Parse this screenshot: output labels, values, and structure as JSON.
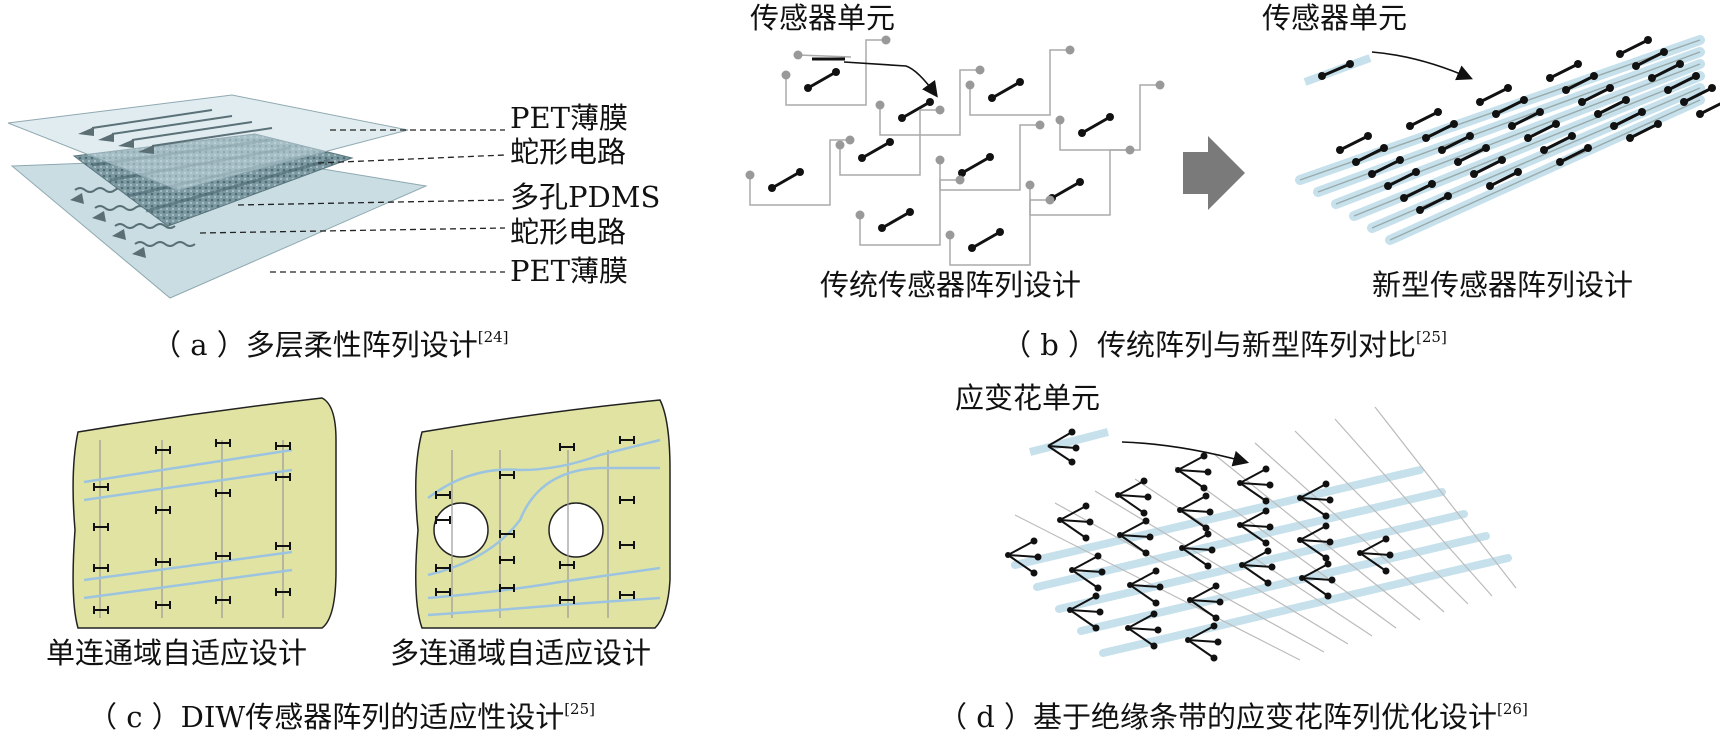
{
  "panel_a": {
    "labels": [
      "PET薄膜",
      "蛇形电路",
      "多孔PDMS",
      "蛇形电路",
      "PET薄膜"
    ],
    "caption": "（ a ）多层柔性阵列设计",
    "ref": "[24]"
  },
  "panel_b": {
    "unit_left": "传感器单元",
    "unit_right": "传感器单元",
    "traditional": "传统传感器阵列设计",
    "new": "新型传感器阵列设计",
    "caption": "（ b ）传统阵列与新型阵列对比",
    "ref": "[25]"
  },
  "panel_c": {
    "single": "单连通域自适应设计",
    "multi": "多连通域自适应设计",
    "caption": "（ c ）DIW传感器阵列的适应性设计",
    "ref": "[25]"
  },
  "panel_d": {
    "unit": "应变花单元",
    "caption": "（ d ）基于绝缘条带的应变花阵列优化设计",
    "ref": "[26]"
  },
  "colors": {
    "pet_film": "#c9dde3",
    "mesh": "#6f8f98",
    "board": "#e1e3a2",
    "trace_blue": "#9cc4e0",
    "strip": "#c6e1ec",
    "arrow_gray": "#7a7a7a"
  }
}
